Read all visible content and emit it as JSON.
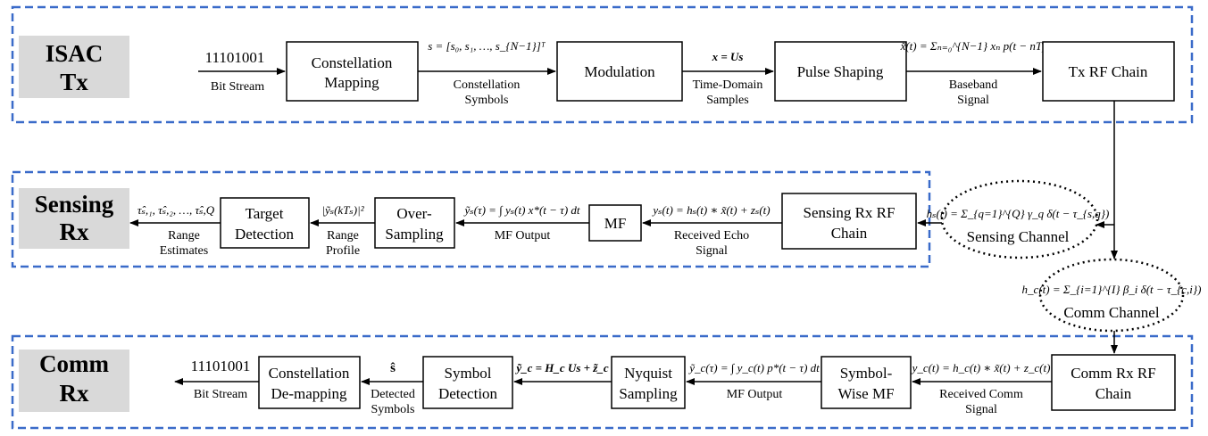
{
  "sections": {
    "tx": {
      "line1": "ISAC",
      "line2": "Tx"
    },
    "sensing": {
      "line1": "Sensing",
      "line2": "Rx"
    },
    "comm": {
      "line1": "Comm",
      "line2": "Rx"
    }
  },
  "tx_row": {
    "bits": "11101001",
    "bit_stream": "Bit Stream",
    "constellation_mapping": [
      "Constellation",
      "Mapping"
    ],
    "s_vector": "s = [s₀, s₁, …, s_{N−1}]ᵀ",
    "constellation_symbols": [
      "Constellation",
      "Symbols"
    ],
    "modulation": "Modulation",
    "x_eq": "x = Us",
    "time_domain": [
      "Time-Domain",
      "Samples"
    ],
    "pulse_shaping": "Pulse Shaping",
    "xt_eq": "x̃(t) = Σₙ₌₀^{N−1} xₙ p(t − nT)",
    "baseband": [
      "Baseband",
      "Signal"
    ],
    "tx_rf": "Tx RF Chain"
  },
  "sensing_row": {
    "range_est_eq": "τ̂ₛ,₁, τ̂ₛ,₂, …, τ̂ₛ,Q",
    "range_estimates": [
      "Range",
      "Estimates"
    ],
    "target_detection": [
      "Target",
      "Detection"
    ],
    "profile_eq": "|ỹₛ(kTₛ)|²",
    "range_profile": [
      "Range",
      "Profile"
    ],
    "oversampling": [
      "Over-",
      "Sampling"
    ],
    "mf_eq": "ỹₛ(τ) = ∫ yₛ(t) x*(t − τ) dt",
    "mf_output": "MF Output",
    "mf": "MF",
    "ys_eq": "yₛ(t) = hₛ(t) ∗ x̃(t) + zₛ(t)",
    "received_echo": [
      "Received Echo",
      "Signal"
    ],
    "sensing_rf": [
      "Sensing Rx RF",
      "Chain"
    ],
    "channel_eq": "hₛ(t) = Σ_{q=1}^{Q} γ_q δ(t − τ_{s,q})",
    "channel_name": "Sensing Channel"
  },
  "comm_channel": {
    "eq": "h_c(t) = Σ_{i=1}^{I} β_i δ(t − τ_{c,i})",
    "name": "Comm Channel"
  },
  "comm_row": {
    "bits": "11101001",
    "bit_stream": "Bit Stream",
    "demapping": [
      "Constellation",
      "De-mapping"
    ],
    "s_hat": "ŝ",
    "detected_symbols": [
      "Detected",
      "Symbols"
    ],
    "symbol_detection": [
      "Symbol",
      "Detection"
    ],
    "yc_eq": "ỹ_c = H_c Us + z̃_c",
    "nyquist": [
      "Nyquist",
      "Sampling"
    ],
    "mf_eq": "ỹ_c(τ) = ∫ y_c(t) p*(t − τ) dt",
    "mf_output": "MF Output",
    "symbol_mf": [
      "Symbol-",
      "Wise MF"
    ],
    "yc_t_eq": "y_c(t) = h_c(t) ∗ x̃(t) + z_c(t)",
    "received_comm": [
      "Received Comm",
      "Signal"
    ],
    "comm_rf": [
      "Comm Rx RF",
      "Chain"
    ]
  }
}
